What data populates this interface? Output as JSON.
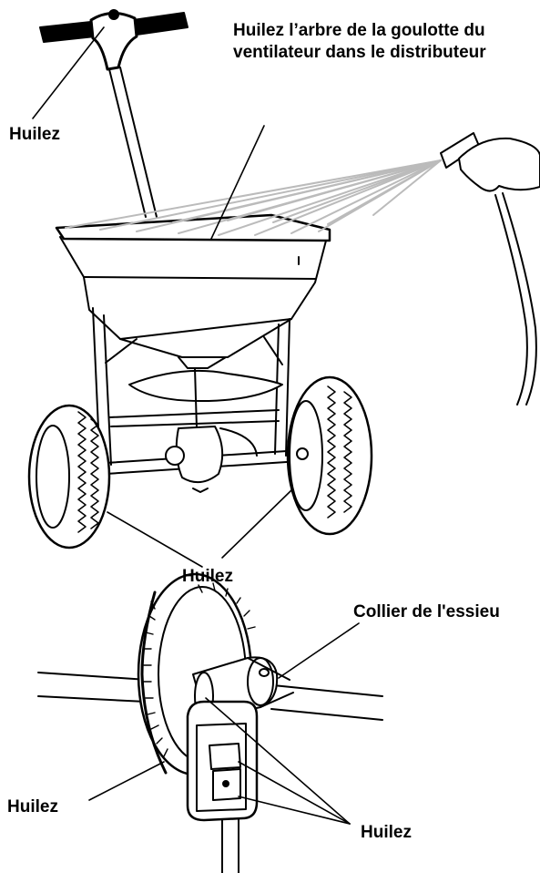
{
  "labels": {
    "oil_chute": "Huilez l’arbre de la goulotte du ventilateur dans le distributeur",
    "oil_handle": "Huilez",
    "oil_wheels": "Huilez",
    "axle_collar": "Collier de l'essieu",
    "oil_gear": "Huilez",
    "oil_bracket": "Huilez"
  }
}
